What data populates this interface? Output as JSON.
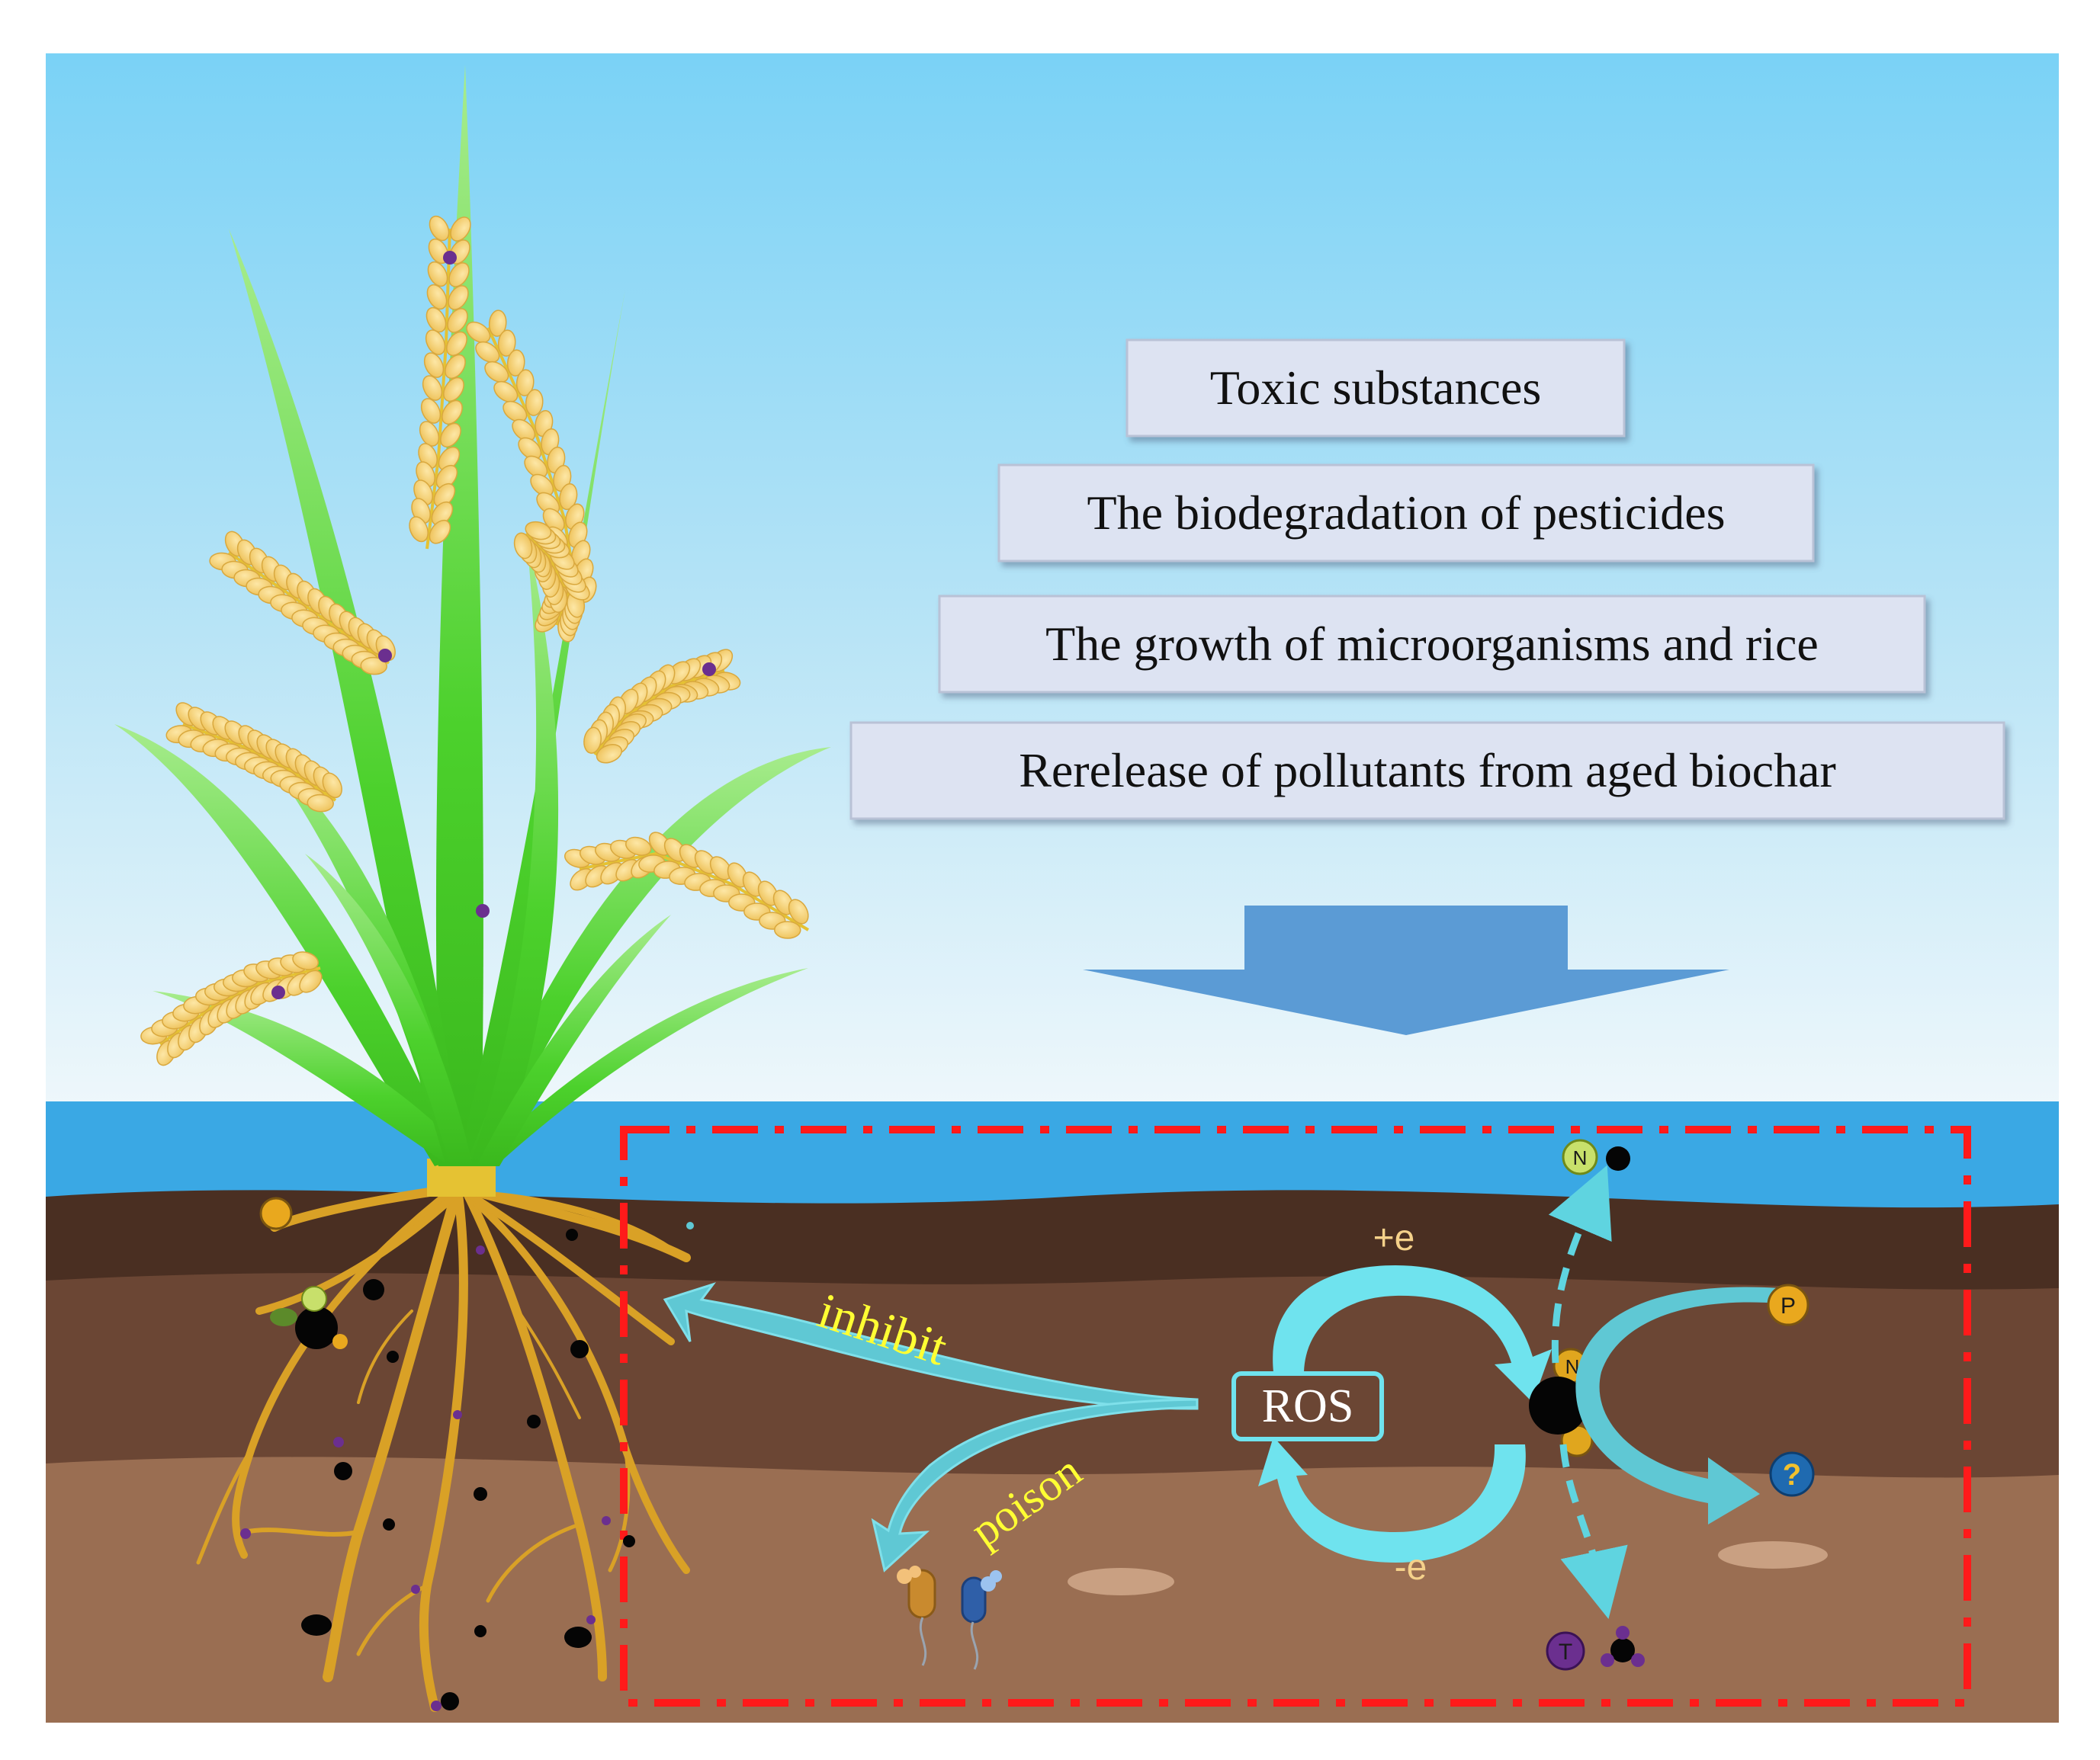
{
  "boxes": [
    "Toxic substances",
    "The biodegradation of pesticides",
    "The growth of microorganisms and rice",
    "Rerelease of pollutants from aged biochar"
  ],
  "labels": {
    "inhibit": "inhibit",
    "poison": "poison",
    "ros": "ROS",
    "plus_e": "+e",
    "minus_e": "-e"
  },
  "particles": {
    "n": "N",
    "p": "P",
    "t": "T",
    "question": "?"
  },
  "colors": {
    "sky_top": "#7fd3f5",
    "sky_bottom": "#eef7fb",
    "water": "#3aa8e4",
    "soil_top": "#4a2f22",
    "soil_mid": "#6b4634",
    "soil_bottom": "#9a6e52",
    "cyan_arrow": "#5fd4e0",
    "blue_arrow": "#5b9bd5",
    "red_dash": "#ff1a1a",
    "yellow_text": "#ffff33",
    "box_fill": "#dde3f2",
    "root": "#d9a126",
    "leaf": "#4fd12e",
    "grain": "#f5cf6e"
  }
}
